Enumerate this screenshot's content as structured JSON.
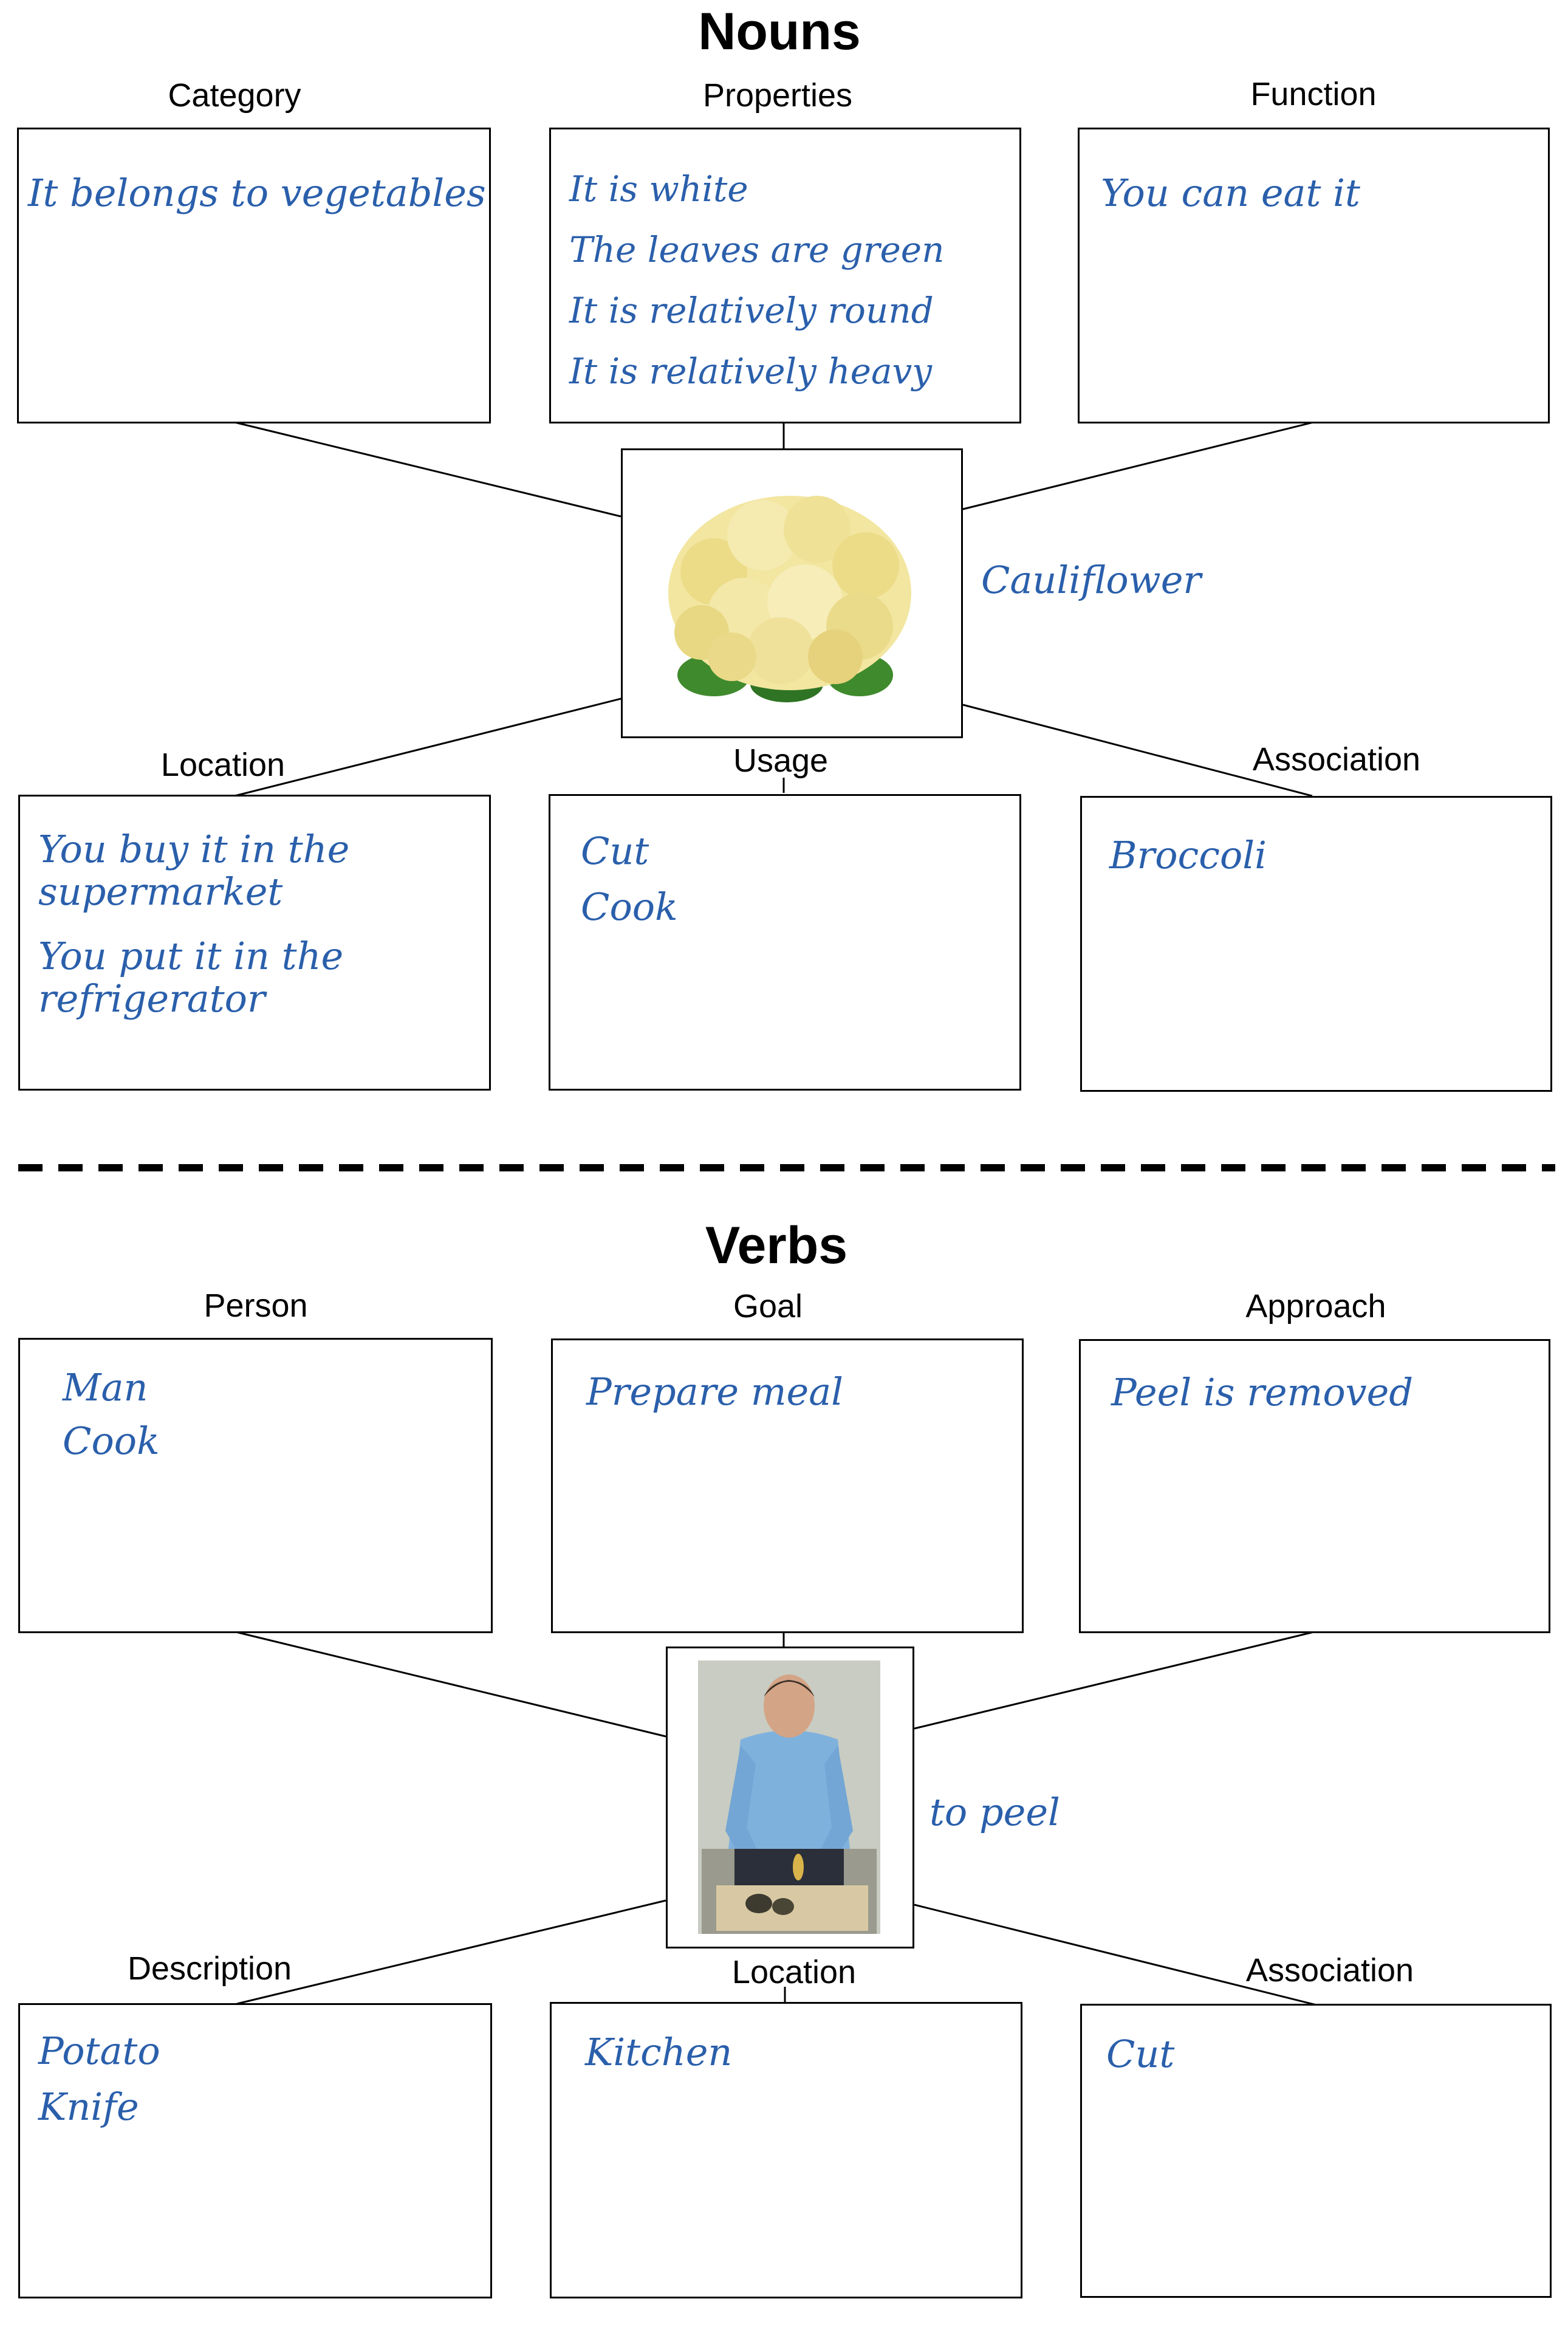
{
  "nouns": {
    "title": "Nouns",
    "center_word": "Cauliflower",
    "image_label": "cauliflower-image",
    "boxes": {
      "category": {
        "label": "Category",
        "lines": [
          "It belongs to vegetables"
        ]
      },
      "properties": {
        "label": "Properties",
        "lines": [
          "It is white",
          "The leaves are green",
          "It is relatively round",
          "It is relatively heavy"
        ]
      },
      "function": {
        "label": "Function",
        "lines": [
          "You can eat it"
        ]
      },
      "location": {
        "label": "Location",
        "lines": [
          "You buy it in the supermarket",
          "You put it in the refrigerator"
        ]
      },
      "usage": {
        "label": "Usage",
        "lines": [
          "Cut",
          "Cook"
        ]
      },
      "association": {
        "label": "Association",
        "lines": [
          "Broccoli"
        ]
      }
    }
  },
  "verbs": {
    "title": "Verbs",
    "center_word": "to peel",
    "image_label": "man-peeling-potato-photo",
    "boxes": {
      "person": {
        "label": "Person",
        "lines": [
          "Man",
          "Cook"
        ]
      },
      "goal": {
        "label": "Goal",
        "lines": [
          "Prepare meal"
        ]
      },
      "approach": {
        "label": "Approach",
        "lines": [
          "Peel is removed"
        ]
      },
      "description": {
        "label": "Description",
        "lines": [
          "Potato",
          "Knife"
        ]
      },
      "location": {
        "label": "Location",
        "lines": [
          "Kitchen"
        ]
      },
      "association": {
        "label": "Association",
        "lines": [
          "Cut"
        ]
      }
    }
  },
  "colors": {
    "handwriting": "#2a5fab",
    "lines": "#000000"
  }
}
